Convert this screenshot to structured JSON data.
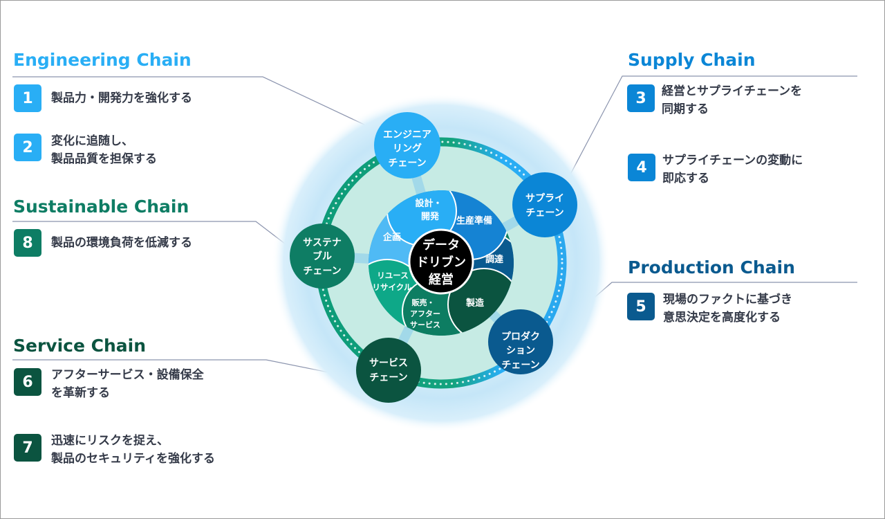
{
  "colors": {
    "engineering": "#29aef5",
    "supply": "#0b86d6",
    "production": "#0a5a8f",
    "service": "#0b5440",
    "sustainable": "#0e7d64"
  },
  "sections": {
    "engineering": {
      "title": "Engineering Chain",
      "items": [
        {
          "num": "1",
          "lines": [
            "製品力・開発力を強化する"
          ]
        },
        {
          "num": "2",
          "lines": [
            "変化に追随し、",
            "製品品質を担保する"
          ]
        }
      ]
    },
    "sustainable": {
      "title": "Sustainable Chain",
      "items": [
        {
          "num": "8",
          "lines": [
            "製品の環境負荷を低減する"
          ]
        }
      ]
    },
    "service": {
      "title": "Service Chain",
      "items": [
        {
          "num": "6",
          "lines": [
            "アフターサービス・設備保全",
            "を革新する"
          ]
        },
        {
          "num": "7",
          "lines": [
            "迅速にリスクを捉え、",
            "製品のセキュリティを強化する"
          ]
        }
      ]
    },
    "supply": {
      "title": "Supply Chain",
      "items": [
        {
          "num": "3",
          "lines": [
            "経営とサプライチェーンを",
            "同期する"
          ]
        },
        {
          "num": "4",
          "lines": [
            "サプライチェーンの変動に",
            "即応する"
          ]
        }
      ]
    },
    "production": {
      "title": "Production Chain",
      "items": [
        {
          "num": "5",
          "lines": [
            "現場のファクトに基づき",
            "意思決定を高度化する"
          ]
        }
      ]
    }
  },
  "nodes": {
    "engineering": [
      "エンジニア",
      "リング",
      "チェーン"
    ],
    "supply": [
      "サプライ",
      "チェーン"
    ],
    "production": [
      "プロダク",
      "ション",
      "チェーン"
    ],
    "service": [
      "サービス",
      "チェーン"
    ],
    "sustainable": [
      "サステナ",
      "ブル",
      "チェーン"
    ]
  },
  "segments": {
    "planning": [
      "企画"
    ],
    "design": [
      "設計・",
      "開発"
    ],
    "prep": [
      "生産準備"
    ],
    "procure": [
      "調達"
    ],
    "manufacture": [
      "製造"
    ],
    "sales": [
      "販売・",
      "アフター",
      "サービス"
    ],
    "reuse": [
      "リユース",
      "リサイクル"
    ]
  },
  "center": [
    "データ",
    "ドリブン",
    "経営"
  ]
}
